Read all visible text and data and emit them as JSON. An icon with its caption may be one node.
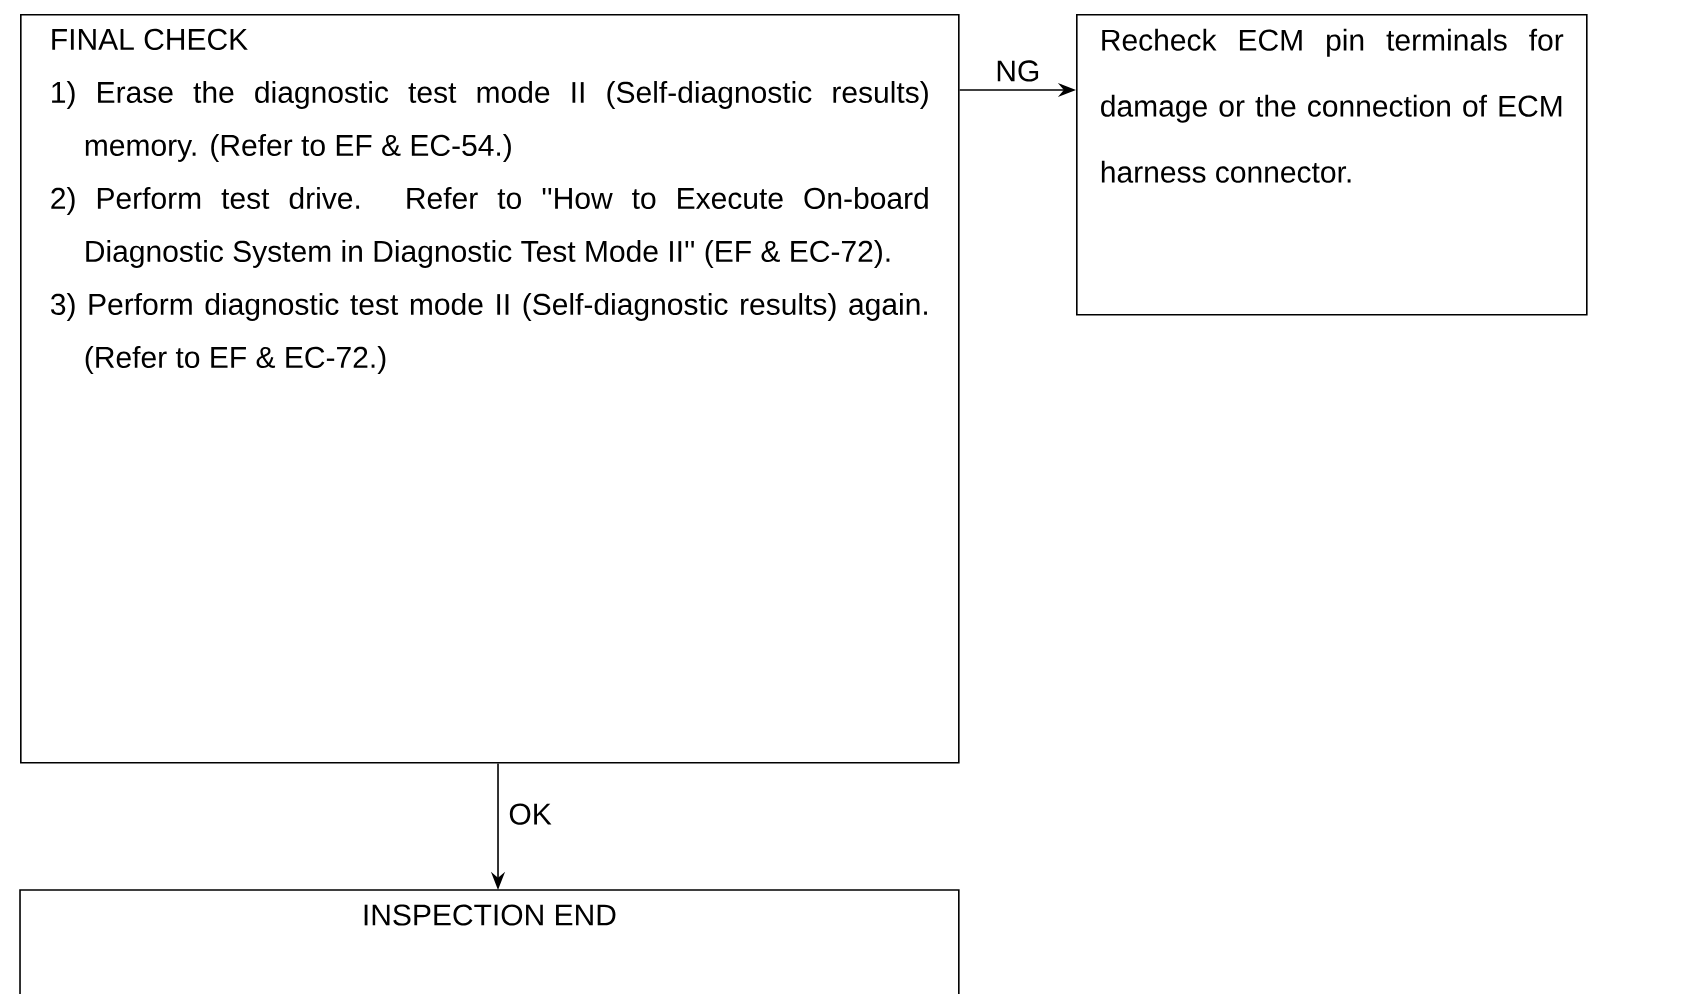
{
  "diagram": {
    "nodes": [
      {
        "text": [
          "FINAL CHECK",
          "1) Erase the diagnostic test mode II (Self-diagnostic results) memory. (Refer to EF & EC-54.)",
          "2) Perform test drive. Refer to ''How to Execute On-board Diagnostic System in Diagnostic Test Mode II'' (EF & EC-72).",
          "3) Perform diagnostic test mode II (Self-diagnostic results) again. (Refer to EF & EC-72.)"
        ]
      },
      {
        "text": [
          "Recheck ECM pin terminals for damage or the connection of ECM harness connector."
        ]
      },
      {
        "text": [
          "INSPECTION END"
        ]
      }
    ],
    "edges": [
      {
        "from": 0,
        "to": 1,
        "arrow": "to",
        "label": "NG"
      },
      {
        "from": 0,
        "to": 2,
        "arrow": "to",
        "label": "OK"
      }
    ]
  }
}
